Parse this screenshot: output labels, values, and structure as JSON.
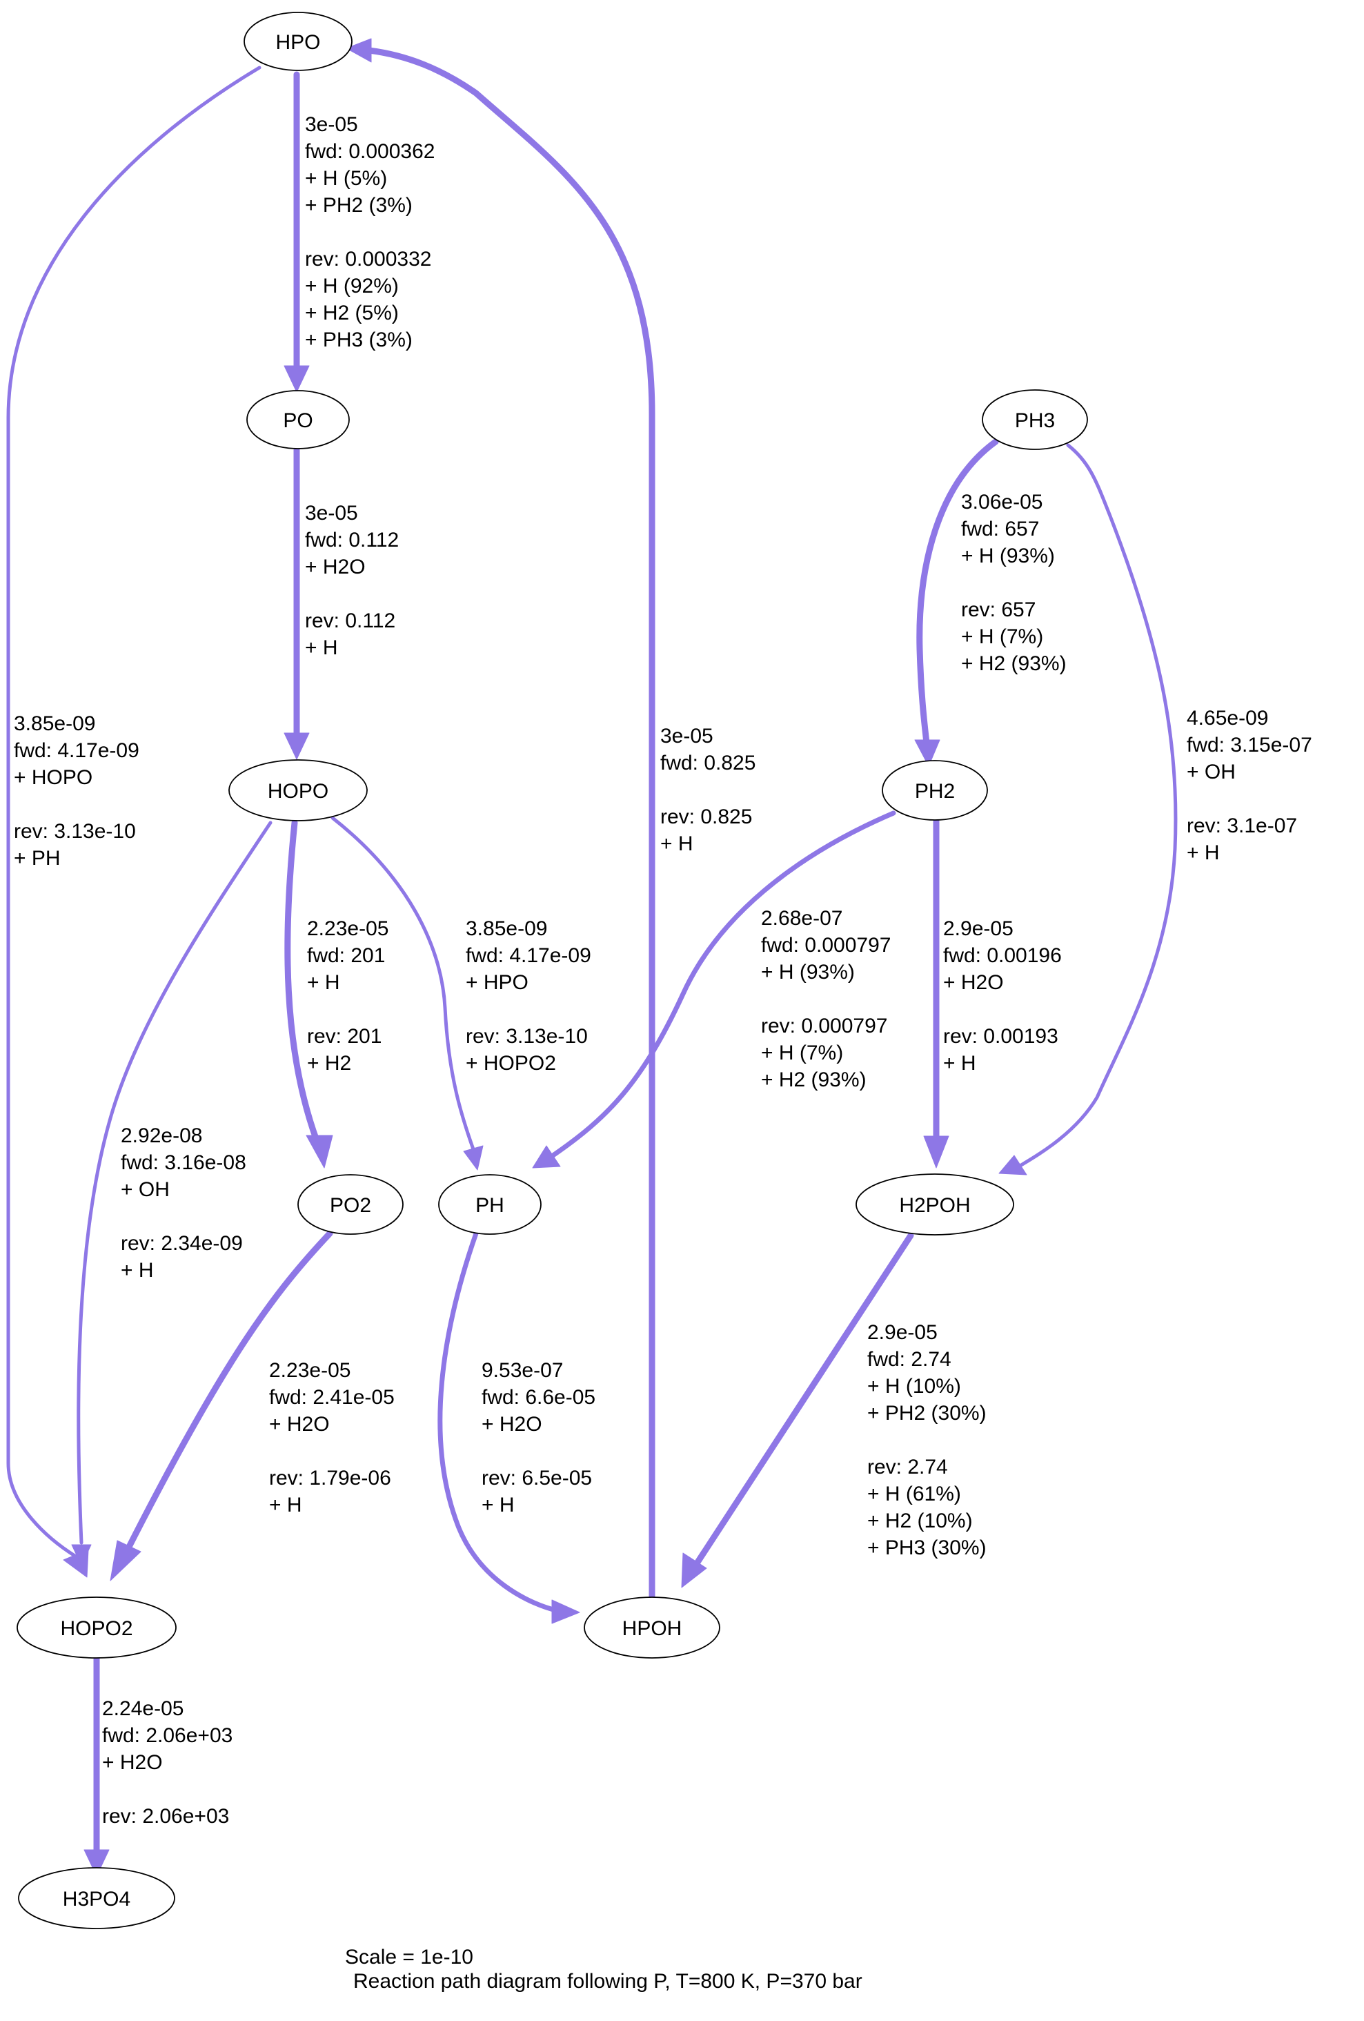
{
  "nodes": {
    "HPO": "HPO",
    "PO": "PO",
    "HOPO": "HOPO",
    "PO2": "PO2",
    "PH": "PH",
    "HOPO2": "HOPO2",
    "H3PO4": "H3PO4",
    "HPOH": "HPOH",
    "PH3": "PH3",
    "PH2": "PH2",
    "H2POH": "H2POH"
  },
  "edges": [
    {
      "id": "hpo-po",
      "from": "HPO",
      "to": "PO",
      "label": [
        "3e-05",
        "fwd: 0.000362",
        "+ H (5%)",
        "+ PH2 (3%)",
        "",
        "rev: 0.000332",
        "+ H (92%)",
        "+ H2 (5%)",
        "+ PH3 (3%)"
      ]
    },
    {
      "id": "po-hopo",
      "from": "PO",
      "to": "HOPO",
      "label": [
        "3e-05",
        "fwd: 0.112",
        "+ H2O",
        "",
        "rev: 0.112",
        "+ H"
      ]
    },
    {
      "id": "hpo-hopo2",
      "from": "HPO",
      "to": "HOPO2",
      "label": [
        "3.85e-09",
        "fwd: 4.17e-09",
        "+ HOPO",
        "",
        "rev: 3.13e-10",
        "+ PH"
      ]
    },
    {
      "id": "hpoh-hpo",
      "from": "HPOH",
      "to": "HPO",
      "label": [
        "3e-05",
        "fwd: 0.825",
        "",
        "rev: 0.825",
        "+ H"
      ]
    },
    {
      "id": "hopo-po2",
      "from": "HOPO",
      "to": "PO2",
      "label": [
        "2.23e-05",
        "fwd: 201",
        "+ H",
        "",
        "rev: 201",
        "+ H2"
      ]
    },
    {
      "id": "hopo-ph",
      "from": "HOPO",
      "to": "PH",
      "label": [
        "3.85e-09",
        "fwd: 4.17e-09",
        "+ HPO",
        "",
        "rev: 3.13e-10",
        "+ HOPO2"
      ]
    },
    {
      "id": "hopo-hopo2",
      "from": "HOPO",
      "to": "HOPO2",
      "label": [
        "2.92e-08",
        "fwd: 3.16e-08",
        "+ OH",
        "",
        "rev: 2.34e-09",
        "+ H"
      ]
    },
    {
      "id": "po2-hopo2",
      "from": "PO2",
      "to": "HOPO2",
      "label": [
        "2.23e-05",
        "fwd: 2.41e-05",
        "+ H2O",
        "",
        "rev: 1.79e-06",
        "+ H"
      ]
    },
    {
      "id": "ph-hpoh",
      "from": "PH",
      "to": "HPOH",
      "label": [
        "9.53e-07",
        "fwd: 6.6e-05",
        "+ H2O",
        "",
        "rev: 6.5e-05",
        "+ H"
      ]
    },
    {
      "id": "hopo2-h3po4",
      "from": "HOPO2",
      "to": "H3PO4",
      "label": [
        "2.24e-05",
        "fwd: 2.06e+03",
        "+ H2O",
        "",
        "rev: 2.06e+03"
      ]
    },
    {
      "id": "ph3-ph2",
      "from": "PH3",
      "to": "PH2",
      "label": [
        "3.06e-05",
        "fwd: 657",
        "+ H (93%)",
        "",
        "rev: 657",
        "+ H (7%)",
        "+ H2 (93%)"
      ]
    },
    {
      "id": "ph3-h2poh",
      "from": "PH3",
      "to": "H2POH",
      "label": [
        "4.65e-09",
        "fwd: 3.15e-07",
        "+ OH",
        "",
        "rev: 3.1e-07",
        "+ H"
      ]
    },
    {
      "id": "ph2-ph",
      "from": "PH2",
      "to": "PH",
      "label": [
        "2.68e-07",
        "fwd: 0.000797",
        "+ H (93%)",
        "",
        "rev: 0.000797",
        "+ H (7%)",
        "+ H2 (93%)"
      ]
    },
    {
      "id": "ph2-h2poh",
      "from": "PH2",
      "to": "H2POH",
      "label": [
        "2.9e-05",
        "fwd: 0.00196",
        "+ H2O",
        "",
        "rev: 0.00193",
        "+ H"
      ]
    },
    {
      "id": "h2poh-hpoh",
      "from": "H2POH",
      "to": "HPOH",
      "label": [
        "2.9e-05",
        "fwd: 2.74",
        "+ H (10%)",
        "+ PH2 (30%)",
        "",
        "rev: 2.74",
        "+ H (61%)",
        "+ H2 (10%)",
        "+ PH3 (30%)"
      ]
    }
  ],
  "caption": {
    "line1": "Scale = 1e-10",
    "line2": "Reaction path diagram following P, T=800 K, P=370 bar"
  },
  "colors": {
    "edge": "#8e77e6",
    "node_stroke": "#000000",
    "background": "#ffffff"
  }
}
